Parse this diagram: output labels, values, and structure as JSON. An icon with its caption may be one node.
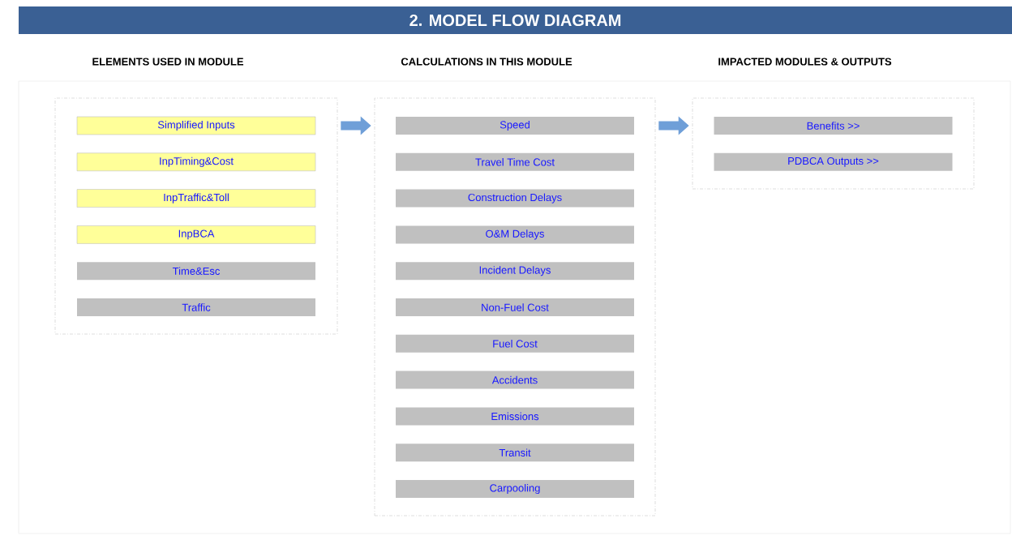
{
  "diagram": {
    "title": "2. MODEL FLOW DIAGRAM",
    "nodes": [
      {
        "text": [
          "ELEMENTS USED IN MODULE"
        ]
      },
      {
        "text": [
          "Simplified Inputs"
        ],
        "in": 0
      },
      {
        "text": [
          "InpTiming&Cost"
        ],
        "in": 0
      },
      {
        "text": [
          "InpTraffic&Toll"
        ],
        "in": 0
      },
      {
        "text": [
          "InpBCA"
        ],
        "in": 0
      },
      {
        "text": [
          "Time&Esc"
        ],
        "in": 0
      },
      {
        "text": [
          "Traffic"
        ],
        "in": 0
      },
      {
        "text": [
          "CALCULATIONS IN THIS MODULE"
        ]
      },
      {
        "text": [
          "Speed"
        ],
        "in": 7
      },
      {
        "text": [
          "Travel Time Cost"
        ],
        "in": 7
      },
      {
        "text": [
          "Construction Delays"
        ],
        "in": 7
      },
      {
        "text": [
          "O&M Delays"
        ],
        "in": 7
      },
      {
        "text": [
          "Incident Delays"
        ],
        "in": 7
      },
      {
        "text": [
          "Non-Fuel Cost"
        ],
        "in": 7
      },
      {
        "text": [
          "Fuel Cost"
        ],
        "in": 7
      },
      {
        "text": [
          "Accidents"
        ],
        "in": 7
      },
      {
        "text": [
          "Emissions"
        ],
        "in": 7
      },
      {
        "text": [
          "Transit"
        ],
        "in": 7
      },
      {
        "text": [
          "Carpooling"
        ],
        "in": 7
      },
      {
        "text": [
          "IMPACTED MODULES & OUTPUTS"
        ]
      },
      {
        "text": [
          "Benefits >>"
        ],
        "in": 19
      },
      {
        "text": [
          "PDBCA Outputs >>"
        ],
        "in": 19
      }
    ],
    "edges": [
      {
        "from": 0,
        "to": 7,
        "arrow": "to"
      },
      {
        "from": 7,
        "to": 19,
        "arrow": "to"
      }
    ]
  }
}
